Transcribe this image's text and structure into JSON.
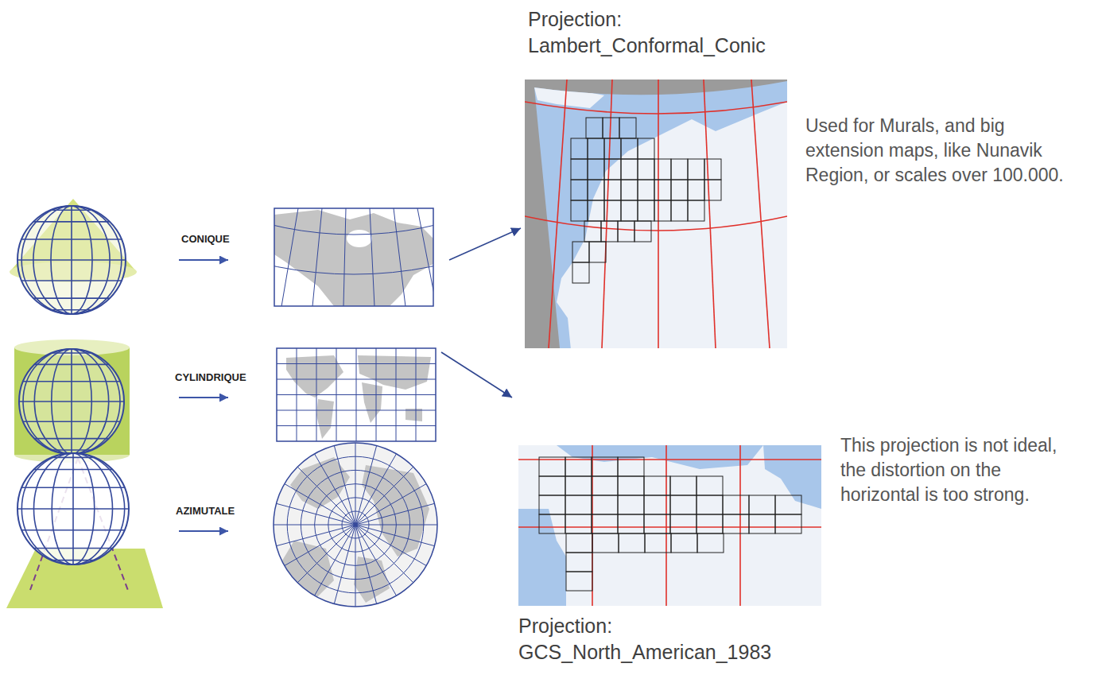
{
  "diagram": {
    "nodes": [
      {
        "text": [
          "CONIQUE"
        ]
      },
      {
        "text": [
          "CYLINDRIQUE"
        ]
      },
      {
        "text": [
          "AZIMUTALE"
        ]
      },
      {
        "text": [
          "Projection: Lambert_Conformal_Conic"
        ]
      },
      {
        "text": [
          "Projection: GCS_North_American_1983"
        ]
      }
    ],
    "edges": [
      {
        "from": 0,
        "to": 3,
        "arrow": "to"
      },
      {
        "from": 1,
        "to": 4,
        "arrow": "to"
      }
    ],
    "labels": [
      "Used for Murals, and big extension maps, like Nunavik Region, or scales over 100.000.",
      "This projection is not ideal, the distortion on the horizontal is too strong."
    ]
  }
}
